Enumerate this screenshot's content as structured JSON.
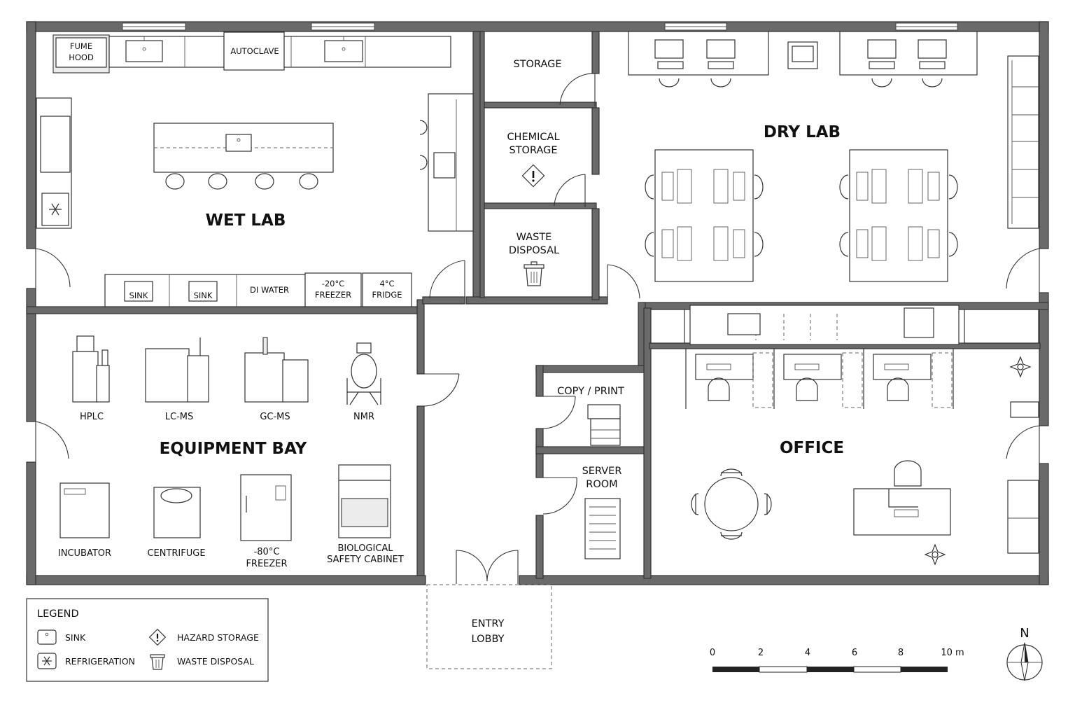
{
  "rooms": {
    "wet_lab": "WET LAB",
    "storage": "STORAGE",
    "chemical_storage": [
      "CHEMICAL",
      "STORAGE"
    ],
    "waste_disposal": [
      "WASTE",
      "DISPOSAL"
    ],
    "dry_lab": "DRY LAB",
    "equipment_bay": "EQUIPMENT BAY",
    "copy_print": "COPY / PRINT",
    "server_room": [
      "SERVER",
      "ROOM"
    ],
    "office": "OFFICE",
    "entry_lobby": [
      "ENTRY",
      "LOBBY"
    ]
  },
  "wet_lab_fixtures": {
    "fume_hood": [
      "FUME",
      "HOOD"
    ],
    "autoclave": "AUTOCLAVE",
    "sink_1": "SINK",
    "sink_2": "SINK",
    "di_water": "DI WATER",
    "freezer": [
      "-20°C",
      "FREEZER"
    ],
    "fridge": [
      "4°C",
      "FRIDGE"
    ]
  },
  "equipment": {
    "hplc": "HPLC",
    "lcms": "LC-MS",
    "gcms": "GC-MS",
    "nmr": "NMR",
    "incubator": "INCUBATOR",
    "centrifuge": "CENTRIFUGE",
    "freezer80": [
      "-80°C",
      "FREEZER"
    ],
    "bsc": [
      "BIOLOGICAL",
      "SAFETY CABINET"
    ]
  },
  "legend": {
    "title": "LEGEND",
    "items": [
      {
        "label": "SINK",
        "icon": "sink-icon"
      },
      {
        "label": "HAZARD STORAGE",
        "icon": "hazard-icon"
      },
      {
        "label": "REFRIGERATION",
        "icon": "snowflake-icon"
      },
      {
        "label": "WASTE DISPOSAL",
        "icon": "trash-icon"
      }
    ]
  },
  "scale_bar": {
    "ticks": [
      "0",
      "2",
      "4",
      "6",
      "8",
      "10 m"
    ]
  },
  "north_arrow": {
    "label": "N"
  },
  "colors": {
    "wall": "#6a6a6a",
    "line": "#333333",
    "background": "#ffffff"
  }
}
